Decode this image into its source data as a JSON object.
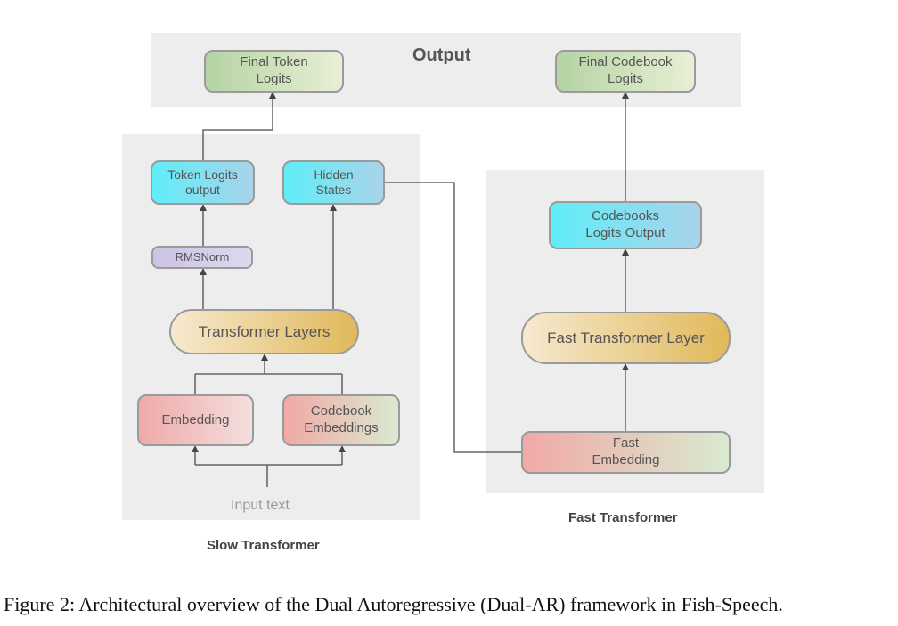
{
  "output_panel": {
    "title": "Output",
    "final_token_logits": "Final Token\nLogits",
    "final_codebook_logits": "Final Codebook\nLogits"
  },
  "slow_transformer": {
    "caption": "Slow Transformer",
    "token_logits_output": "Token Logits\noutput",
    "hidden_states": "Hidden\nStates",
    "rmsnorm": "RMSNorm",
    "transformer_layers": "Transformer Layers",
    "embedding": "Embedding",
    "codebook_embeddings": "Codebook\nEmbeddings",
    "input_text": "Input text"
  },
  "fast_transformer": {
    "caption": "Fast Transformer",
    "codebooks_logits_output": "Codebooks\nLogits Output",
    "fast_transformer_layer": "Fast Transformer Layer",
    "fast_embedding": "Fast\nEmbedding"
  },
  "figure_caption": "Figure 2: Architectural overview of the Dual Autoregressive (Dual-AR) framework in Fish-Speech."
}
